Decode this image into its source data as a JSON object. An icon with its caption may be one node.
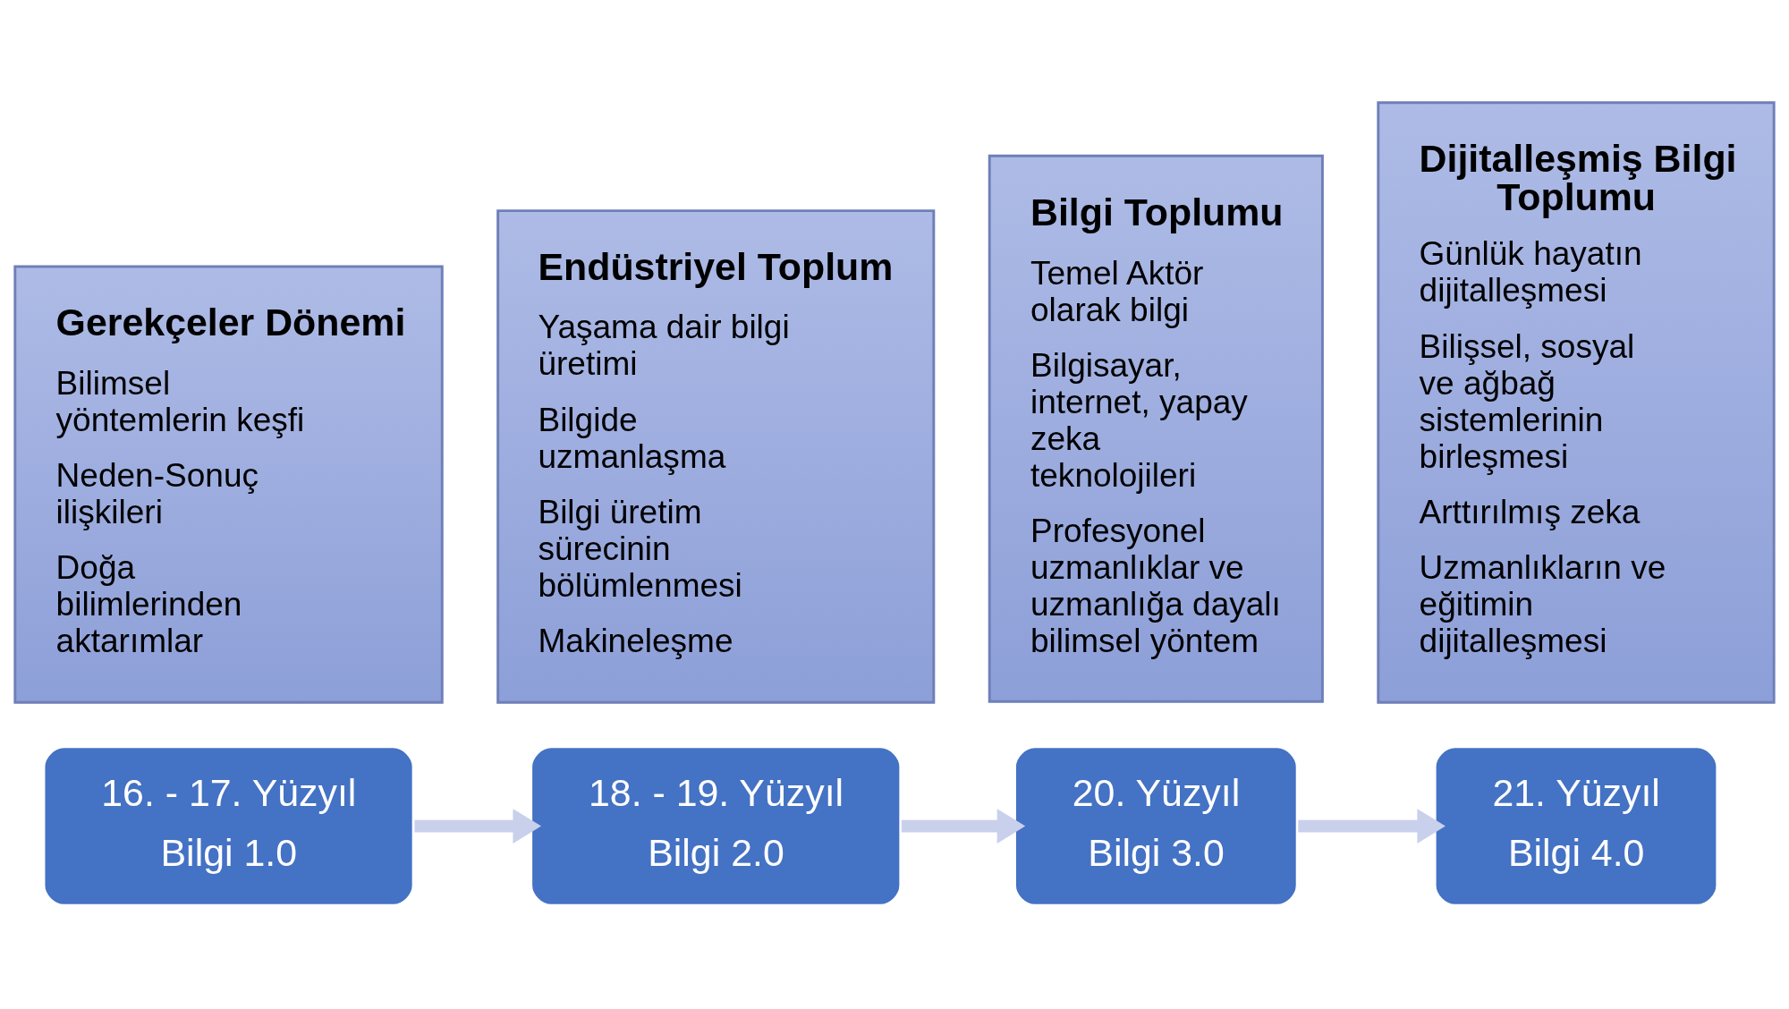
{
  "diagram": {
    "nodes": [
      {
        "text": [
          "Gerekçeler Dönemi",
          "Bilimsel yöntemlerin keşfi",
          "Neden-Sonuç ilişkileri",
          "Doğa bilimlerinden aktarımlar"
        ]
      },
      {
        "text": [
          "16. - 17. Yüzyıl",
          "Bilgi 1.0"
        ]
      },
      {
        "text": [
          "Endüstriyel Toplum",
          "Yaşama dair bilgi üretimi",
          "Bilgide uzmanlaşma",
          "Bilgi üretim sürecinin bölümlenmesi",
          "Makineleşme"
        ]
      },
      {
        "text": [
          "18. - 19. Yüzyıl",
          "Bilgi 2.0"
        ]
      },
      {
        "text": [
          "Bilgi Toplumu",
          "Temel Aktör olarak bilgi",
          "Bilgisayar, internet, yapay zeka teknolojileri",
          "Profesyonel uzmanlıklar ve uzmanlığa dayalı bilimsel yöntem"
        ]
      },
      {
        "text": [
          "20. Yüzyıl",
          "Bilgi 3.0"
        ]
      },
      {
        "text": [
          "Dijitalleşmiş Bilgi Toplumu",
          "Günlük hayatın dijitalleşmesi",
          "Bilişsel, sosyal ve ağbağ sistemlerinin birleşmesi",
          "Arttırılmış zeka",
          "Uzmanlıkların ve eğitimin dijitalleşmesi"
        ]
      },
      {
        "text": [
          "21. Yüzyıl",
          "Bilgi 4.0"
        ]
      }
    ],
    "edges": [
      {
        "from": 1,
        "to": 3,
        "arrow": "to"
      },
      {
        "from": 3,
        "to": 5,
        "arrow": "to"
      },
      {
        "from": 5,
        "to": 7,
        "arrow": "to"
      }
    ]
  }
}
